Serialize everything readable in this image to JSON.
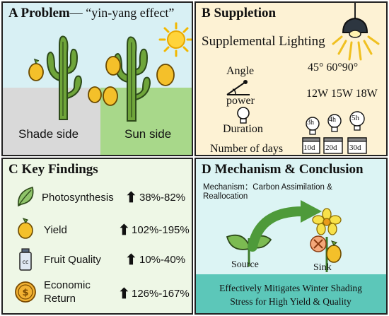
{
  "panel_a": {
    "letter": "A",
    "title": "Problem",
    "subtitle": "— “yin-yang effect”",
    "shade_label": "Shade side",
    "sun_label": "Sun side"
  },
  "panel_b": {
    "letter": "B",
    "title": "Suppletion",
    "heading": "Supplemental Lighting",
    "angle_label": "Angle",
    "angles": "45° 60°90°",
    "power_label": "power",
    "powers": "12W 15W 18W",
    "duration_label": "Duration",
    "durations": [
      "3h",
      "4h",
      "5h"
    ],
    "days_label": "Number of days",
    "days": [
      "10d",
      "20d",
      "30d"
    ]
  },
  "panel_c": {
    "letter": "C",
    "title": "Key Findings",
    "rows": [
      {
        "label": "Photosynthesis",
        "value": "38%-82%",
        "icon": "leaf-icon"
      },
      {
        "label": "Yield",
        "value": "102%-195%",
        "icon": "fruit-icon"
      },
      {
        "label": "Fruit Quality",
        "value": "10%-40%",
        "icon": "bottle-icon"
      },
      {
        "label": "Economic",
        "label2": "Return",
        "value": "126%-167%",
        "icon": "coin-icon"
      }
    ],
    "bottle_text": "cc",
    "coin_text": "$"
  },
  "panel_d": {
    "letter": "D",
    "title": "Mechanism & Conclusion",
    "mechanism_line1": "Mechanism：Carbon Assimilation &",
    "mechanism_line2": "Reallocation",
    "source_label": "Source",
    "sink_label": "Sink",
    "conclusion_line1": "Effectively Mitigates Winter Shading",
    "conclusion_line2": "Stress for High Yield & Quality"
  },
  "colors": {
    "panel_a_bg": "#d8f0f4",
    "shade_ground": "#d9d9d9",
    "sun_ground": "#a8d88a",
    "panel_b_bg": "#fdf2d4",
    "panel_c_bg": "#eef7e6",
    "panel_d_bg": "#dcf4f4",
    "conclusion_bg": "#5cc7b9",
    "fruit_yellow": "#f4c02a",
    "cactus_green": "#6fa53a"
  }
}
